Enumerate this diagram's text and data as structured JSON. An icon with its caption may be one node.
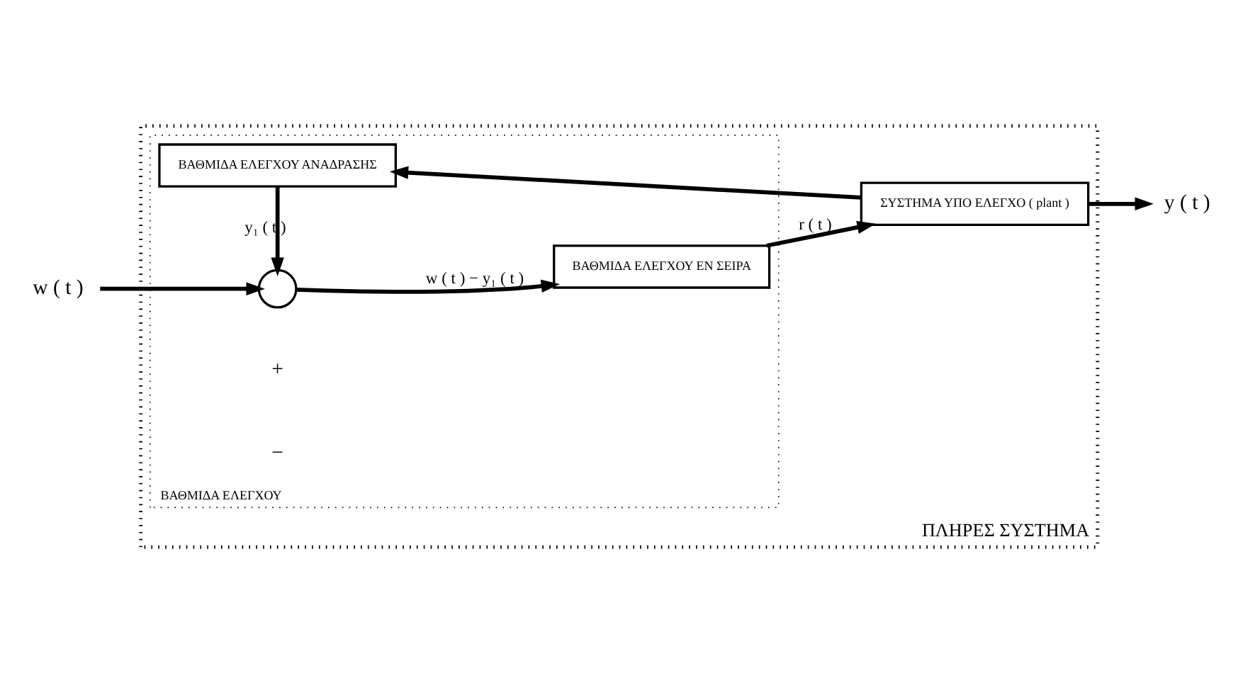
{
  "diagram": {
    "nodes": [
      {
        "text": [
          "ΠΛΗΡΕΣ ΣΥΣΤΗΜΑ"
        ]
      },
      {
        "text": [
          "ΒΑΘΜΙΔΑ ΕΛΕΓΧΟΥ"
        ],
        "in": 0
      },
      {
        "text": [],
        "shape": "circle",
        "in": 1
      },
      {
        "text": [
          "ΒΑΘΜΙΔΑ ΕΛΕΓΧΟΥ ΕΝ ΣΕΙΡΑ"
        ],
        "in": 1
      },
      {
        "text": [
          "ΣΥΣΤΗΜΑ ΥΠΟ ΕΛΕΓΧΟ ( plant )"
        ],
        "in": 0
      },
      {
        "text": [
          "ΒΑΘΜΙΔΑ ΕΛΕΓΧΟΥ ΑΝΑΔΡΑΣΗΣ"
        ],
        "in": 1
      },
      {
        "text": [
          "w ( t )"
        ]
      },
      {
        "text": [
          "y ( t )"
        ]
      }
    ],
    "edges": [
      {
        "from": 6,
        "to": 2,
        "arrow": "to"
      },
      {
        "from": 2,
        "to": 3,
        "arrow": "to",
        "label": "w ( t ) − y₁ ( t )"
      },
      {
        "from": 3,
        "to": 4,
        "arrow": "to",
        "label": "r ( t )"
      },
      {
        "from": 4,
        "to": 7,
        "arrow": "to"
      },
      {
        "from": 4,
        "to": 5,
        "arrow": "to"
      },
      {
        "from": 5,
        "to": 2,
        "arrow": "to",
        "label": "y₁ ( t )"
      }
    ],
    "labels": [
      "+",
      "−"
    ]
  }
}
